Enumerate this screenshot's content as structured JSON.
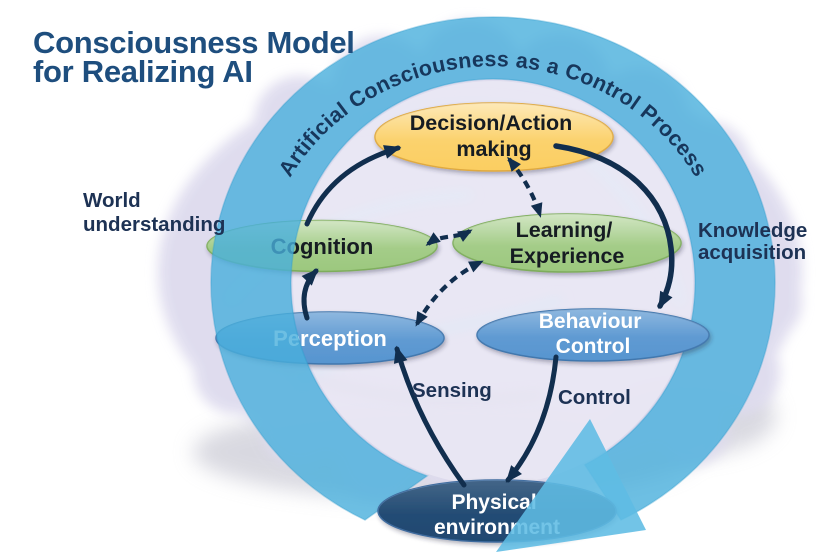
{
  "title": {
    "line1": "Consciousness Model",
    "line2": "for Realizing AI"
  },
  "band": {
    "label": "Artificial Consciousness as a Control Process",
    "fill": "#49afdc",
    "arrow_fill": "#5fbce4",
    "text_color": "#17375c"
  },
  "nodes": {
    "decision": {
      "line1": "Decision/Action",
      "line2": "making",
      "fill": "#fbce61",
      "text": "#141a22"
    },
    "cognition": {
      "label": "Cognition",
      "fill": "#9cc87e",
      "text": "#141a22"
    },
    "learning": {
      "line1": "Learning/",
      "line2": "Experience",
      "fill": "#9cc87e",
      "text": "#141a22"
    },
    "perception": {
      "label": "Perception",
      "fill": "#5795d0",
      "text": "#ffffff"
    },
    "behaviour": {
      "line1": "Behaviour",
      "line2": "Control",
      "fill": "#5795d0",
      "text": "#ffffff"
    },
    "physical": {
      "line1": "Physical",
      "line2": "environment",
      "fill": "#1f4871",
      "text": "#ffffff"
    }
  },
  "labels": {
    "world": {
      "line1": "World",
      "line2": "understanding"
    },
    "knowledge": {
      "line1": "Knowledge",
      "line2": "acquisition"
    },
    "sensing": "Sensing",
    "control": "Control"
  },
  "edges": [
    {
      "from": "physical",
      "to": "perception",
      "style": "solid",
      "label": "Sensing"
    },
    {
      "from": "perception",
      "to": "cognition",
      "style": "solid",
      "label": ""
    },
    {
      "from": "cognition",
      "to": "decision",
      "style": "solid",
      "label": ""
    },
    {
      "from": "decision",
      "to": "behaviour",
      "style": "solid",
      "label": ""
    },
    {
      "from": "behaviour",
      "to": "physical",
      "style": "solid",
      "label": "Control"
    },
    {
      "from": "decision",
      "to": "learning",
      "style": "dashed-bidirectional",
      "label": ""
    },
    {
      "from": "cognition",
      "to": "learning",
      "style": "dashed-bidirectional",
      "label": ""
    },
    {
      "from": "perception",
      "to": "learning",
      "style": "dashed-bidirectional",
      "label": ""
    }
  ],
  "colors": {
    "background": "#ffffff",
    "title": "#1e4e7e",
    "side_label": "#1d3254",
    "arrow": "#112e4e",
    "brain": "#dedbee",
    "brain_shadow": "#babac8"
  }
}
